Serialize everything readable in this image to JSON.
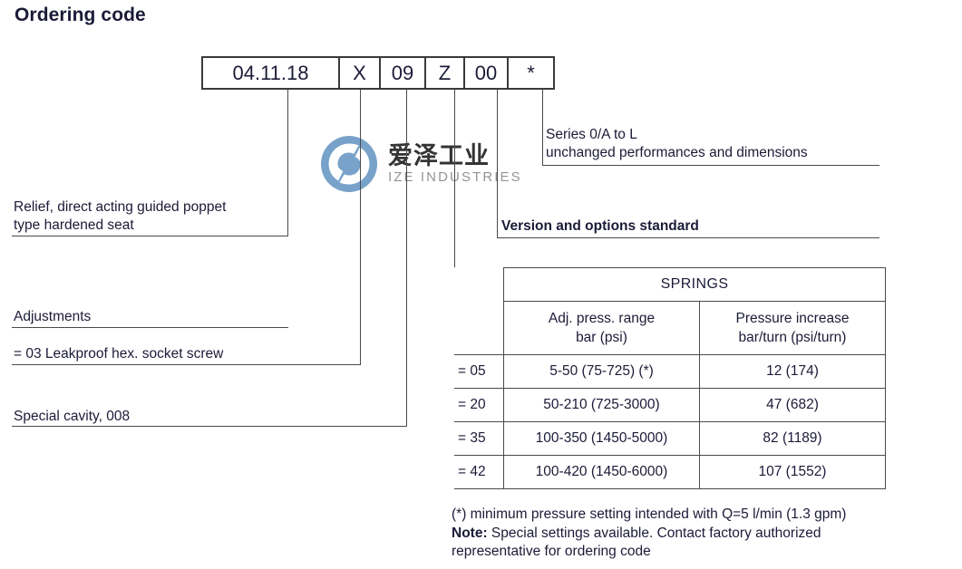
{
  "page": {
    "title": "Ordering code"
  },
  "code_strip": {
    "cells": [
      {
        "value": "04.11.18",
        "width": 151
      },
      {
        "value": "X",
        "width": 45
      },
      {
        "value": "09",
        "width": 50
      },
      {
        "value": "Z",
        "width": 43
      },
      {
        "value": "00",
        "width": 48
      },
      {
        "value": "*",
        "width": 49
      }
    ]
  },
  "callouts": {
    "relief": "Relief, direct acting guided poppet\ntype hardened seat",
    "adjustments": "Adjustments",
    "adjustment_option": "= 03 Leakproof hex. socket screw",
    "special_cavity": "Special cavity, 008",
    "series": "Series 0/A to L\nunchanged performances and dimensions",
    "version": "Version and options standard"
  },
  "springs_table": {
    "title": "SPRINGS",
    "columns": [
      "Adj. press. range\nbar (psi)",
      "Pressure increase\nbar/turn (psi/turn)"
    ],
    "rows": [
      {
        "code": "= 05",
        "range": "5-50 (75-725) (*)",
        "increase": "12 (174)"
      },
      {
        "code": "= 20",
        "range": "50-210 (725-3000)",
        "increase": "47 (682)"
      },
      {
        "code": "= 35",
        "range": "100-350 (1450-5000)",
        "increase": "82 (1189)"
      },
      {
        "code": "= 42",
        "range": "100-420 (1450-6000)",
        "increase": "107 (1552)"
      }
    ]
  },
  "footnote": {
    "line1": "(*) minimum pressure setting intended with Q=5 l/min (1.3 gpm)",
    "note_label": "Note:",
    "note_text": " Special settings available. Contact factory authorized",
    "line3": "representative for ordering code"
  },
  "watermark": {
    "cn": "爱泽工业",
    "en": "IZE INDUSTRIES",
    "mark_color": "#6d9bc6",
    "cn_color": "#232323",
    "en_color": "#8c8c8c"
  }
}
